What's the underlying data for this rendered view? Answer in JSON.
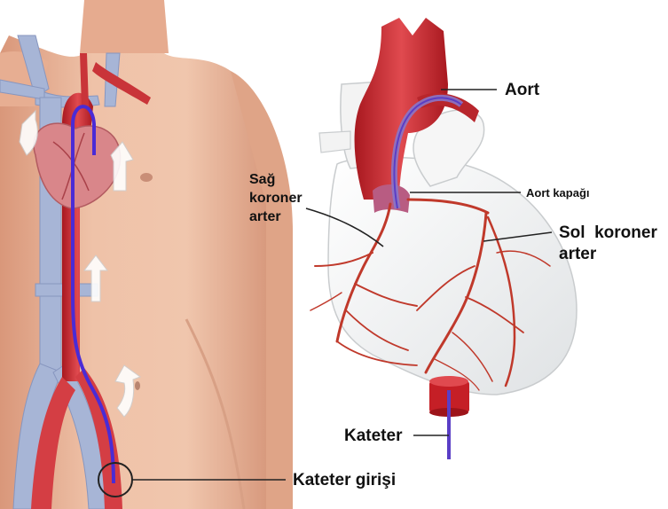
{
  "labels": {
    "aort": "Aort",
    "aort_kapagi": "Aort kapağı",
    "sag_koroner": [
      "Sağ",
      "koroner",
      "arter"
    ],
    "sol_koroner": [
      "Sol  koroner",
      "arter"
    ],
    "kateter": "Kateter",
    "kateter_girisi": "Kateter girişi"
  },
  "colors": {
    "skin": "#e9b49a",
    "artery": "#d9434a",
    "vein": "#9aa9cf",
    "catheter": "#4a2bd6",
    "heart_body": "#eceeef",
    "coronary": "#c0392b"
  }
}
